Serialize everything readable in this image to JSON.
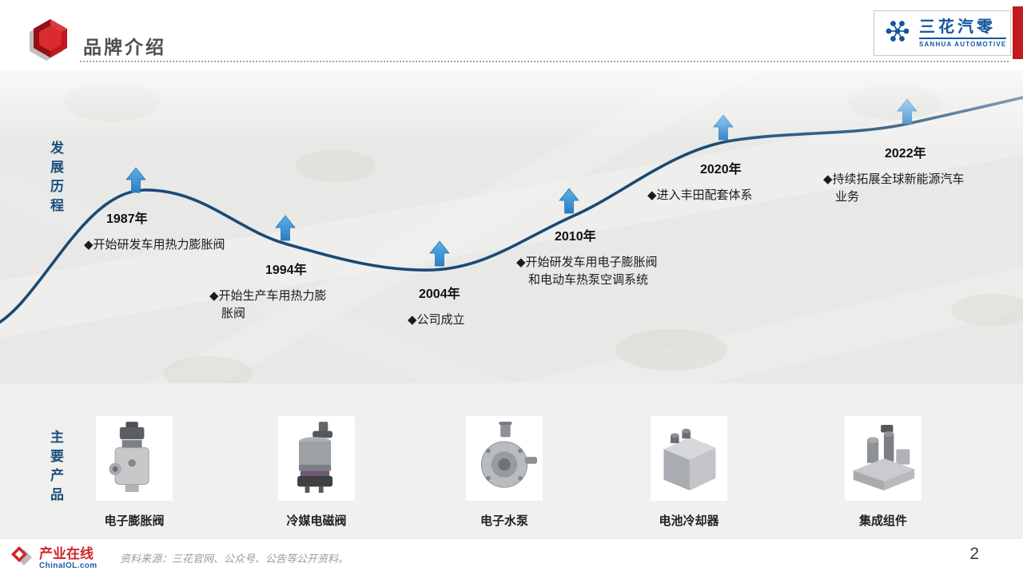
{
  "header": {
    "title": "品牌介绍",
    "logo": {
      "name": "三花汽零",
      "subtitle": "SANHUA AUTOMOTIVE"
    }
  },
  "timeline": {
    "section_label": "发展历程",
    "milestones": [
      {
        "year": "1987年",
        "desc": "◆开始研发车用热力膨胀阀"
      },
      {
        "year": "1994年",
        "desc": "◆开始生产车用热力膨\n胀阀"
      },
      {
        "year": "2004年",
        "desc": "◆公司成立"
      },
      {
        "year": "2010年",
        "desc": "◆开始研发车用电子膨胀阀\n和电动车热泵空调系统"
      },
      {
        "year": "2020年",
        "desc": "◆进入丰田配套体系"
      },
      {
        "year": "2022年",
        "desc": "◆持续拓展全球新能源汽车\n业务"
      }
    ]
  },
  "products": {
    "section_label": "主要产品",
    "items": [
      {
        "name": "电子膨胀阀",
        "icon": "expansion-valve-image"
      },
      {
        "name": "冷媒电磁阀",
        "icon": "solenoid-valve-image"
      },
      {
        "name": "电子水泵",
        "icon": "electronic-water-pump-image"
      },
      {
        "name": "电池冷却器",
        "icon": "battery-cooler-image"
      },
      {
        "name": "集成组件",
        "icon": "integrated-assembly-image"
      }
    ]
  },
  "footer": {
    "brand": {
      "name": "产业在线",
      "domain": "ChinaIOL.com"
    },
    "source": "资料来源：三花官网、公众号、公告等公开资料。",
    "page_number": "2"
  },
  "colors": {
    "accent_red": "#c01920",
    "brand_blue": "#15549e",
    "curve_navy": "#1a4a75",
    "arrow_blue": "#3e97da"
  }
}
